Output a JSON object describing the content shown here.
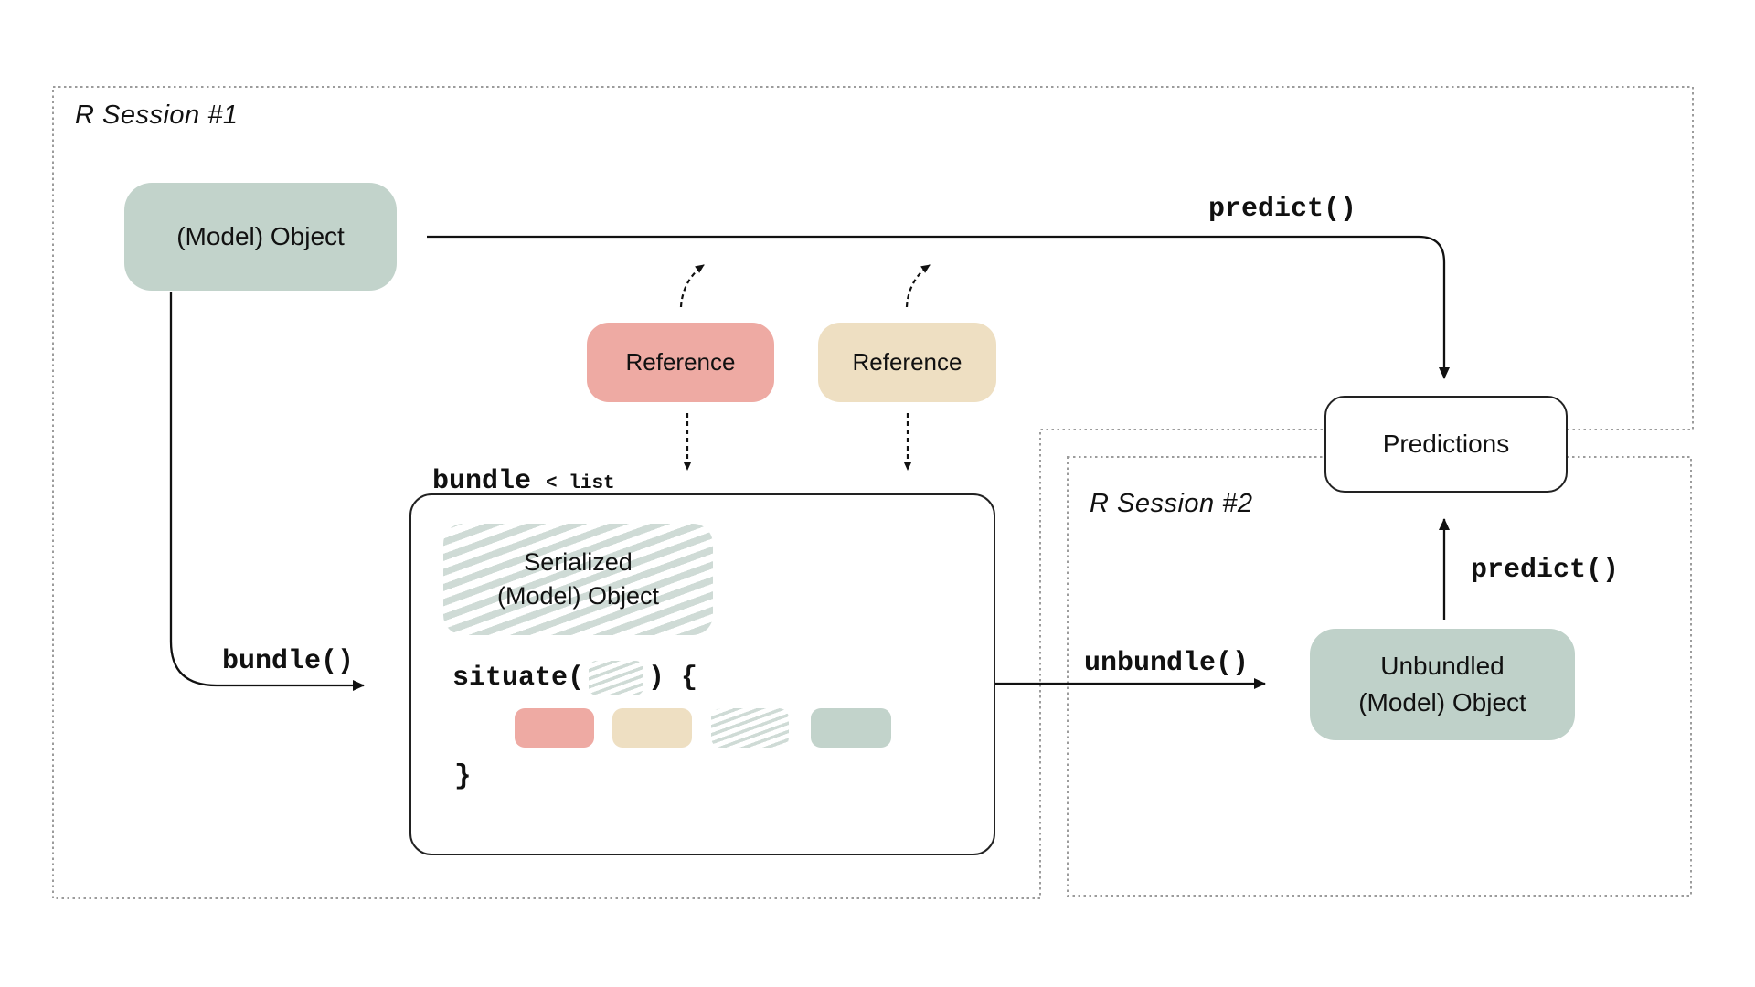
{
  "sessions": {
    "s1": "R Session #1",
    "s2": "R Session #2"
  },
  "boxes": {
    "model_object": "(Model) Object",
    "reference_1": "Reference",
    "reference_2": "Reference",
    "serialized_line1": "Serialized",
    "serialized_line2": "(Model) Object",
    "unbundled_line1": "Unbundled",
    "unbundled_line2": "(Model) Object",
    "predictions": "Predictions"
  },
  "code": {
    "predict_top": "predict()",
    "predict_right": "predict()",
    "bundle_fn": "bundle()",
    "unbundle_fn": "unbundle()",
    "bundle_name": "bundle",
    "bundle_type": "< list",
    "situate_open": "situate(",
    "situate_close": ") {",
    "closing_brace": "}"
  },
  "colors": {
    "salmon": "#eeaaa3",
    "tan": "#eedfc2",
    "sage": "#c2d3cb",
    "sage_dark": "#bfd1c9",
    "stripe": "#cfdbd6",
    "dash_border": "#9c9c9c",
    "ink": "#111111"
  }
}
